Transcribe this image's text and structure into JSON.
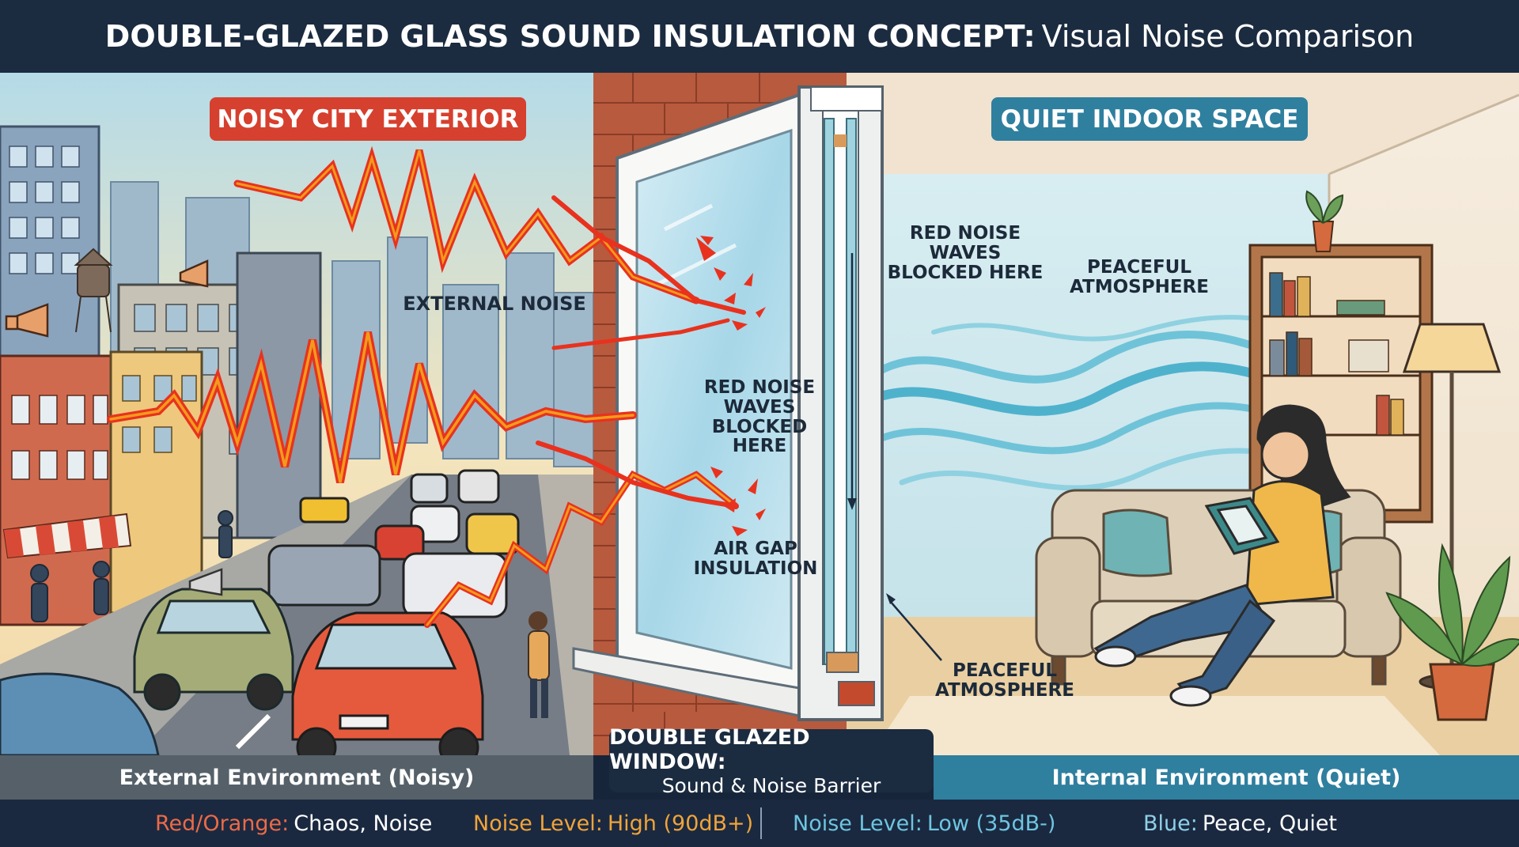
{
  "header": {
    "title_bold": "DOUBLE-GLAZED GLASS SOUND INSULATION CONCEPT:",
    "title_light": "Visual Noise Comparison"
  },
  "labels": {
    "noisy_exterior": "NOISY CITY EXTERIOR",
    "quiet_indoor": "QUIET INDOOR SPACE",
    "external_noise": "EXTERNAL NOISE",
    "blocked_glass_1": "RED NOISE",
    "blocked_glass_2": "WAVES",
    "blocked_glass_3": "BLOCKED",
    "blocked_glass_4": "HERE",
    "blocked_top_1": "RED NOISE",
    "blocked_top_2": "WAVES",
    "blocked_top_3": "BLOCKED HERE",
    "air_gap_1": "AIR GAP",
    "air_gap_2": "INSULATION",
    "peaceful_top_1": "PEACEFUL",
    "peaceful_top_2": "ATMOSPHERE",
    "peaceful_bottom_1": "PEACEFUL",
    "peaceful_bottom_2": "ATMOSPHERE"
  },
  "bottom": {
    "external_env": "External Environment (Noisy)",
    "window_title": "DOUBLE GLAZED WINDOW:",
    "window_subtitle": "Sound & Noise Barrier",
    "internal_env": "Internal Environment (Quiet)"
  },
  "legend": {
    "red_key": "Red/Orange:",
    "red_value": "Chaos, Noise",
    "high_key": "Noise Level:",
    "high_value": "High (90dB+)",
    "low_key": "Noise Level:",
    "low_value": "Low (35dB-)",
    "blue_key": "Blue:",
    "blue_value": "Peace, Quiet"
  },
  "colors": {
    "header_bg": "#1b2b40",
    "noise_red": "#e8321e",
    "noise_orange": "#f39a1c",
    "quiet_blue": "#2f7f9f",
    "wave_blue": "#6fc3d8",
    "legend_red": "#ec6a47",
    "legend_orange": "#f0a43a",
    "legend_blue": "#6ec5e0",
    "legend_lightblue": "#8fd0e8"
  },
  "icons": [
    "megaphone-icon",
    "car-icon",
    "sofa-icon",
    "lamp-icon",
    "plant-icon",
    "bookshelf-icon",
    "window-icon",
    "person-reading-icon"
  ]
}
